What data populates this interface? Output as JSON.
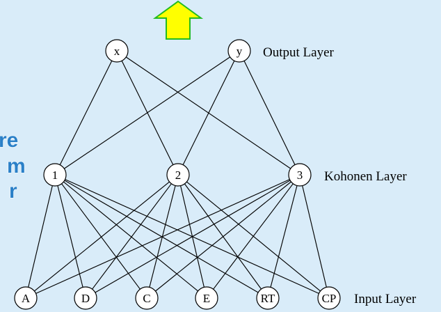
{
  "output_nodes": [
    {
      "id": "x",
      "label": "x"
    },
    {
      "id": "y",
      "label": "y"
    }
  ],
  "kohonen_nodes": [
    {
      "id": "1",
      "label": "1"
    },
    {
      "id": "2",
      "label": "2"
    },
    {
      "id": "3",
      "label": "3"
    }
  ],
  "input_nodes": [
    {
      "id": "A",
      "label": "A"
    },
    {
      "id": "D",
      "label": "D"
    },
    {
      "id": "C",
      "label": "C"
    },
    {
      "id": "E",
      "label": "E"
    },
    {
      "id": "RT",
      "label": "RT"
    },
    {
      "id": "CP",
      "label": "CP"
    }
  ],
  "layer_labels": {
    "output": "Output Layer",
    "kohonen": "Kohonen Layer",
    "input": "Input Layer"
  },
  "side_text": [
    "re",
    "m",
    "r"
  ],
  "colors": {
    "background": "#d9ecf9",
    "arrow_fill": "#ffff00",
    "arrow_stroke": "#22bb22",
    "side_text": "#2a80c8"
  }
}
